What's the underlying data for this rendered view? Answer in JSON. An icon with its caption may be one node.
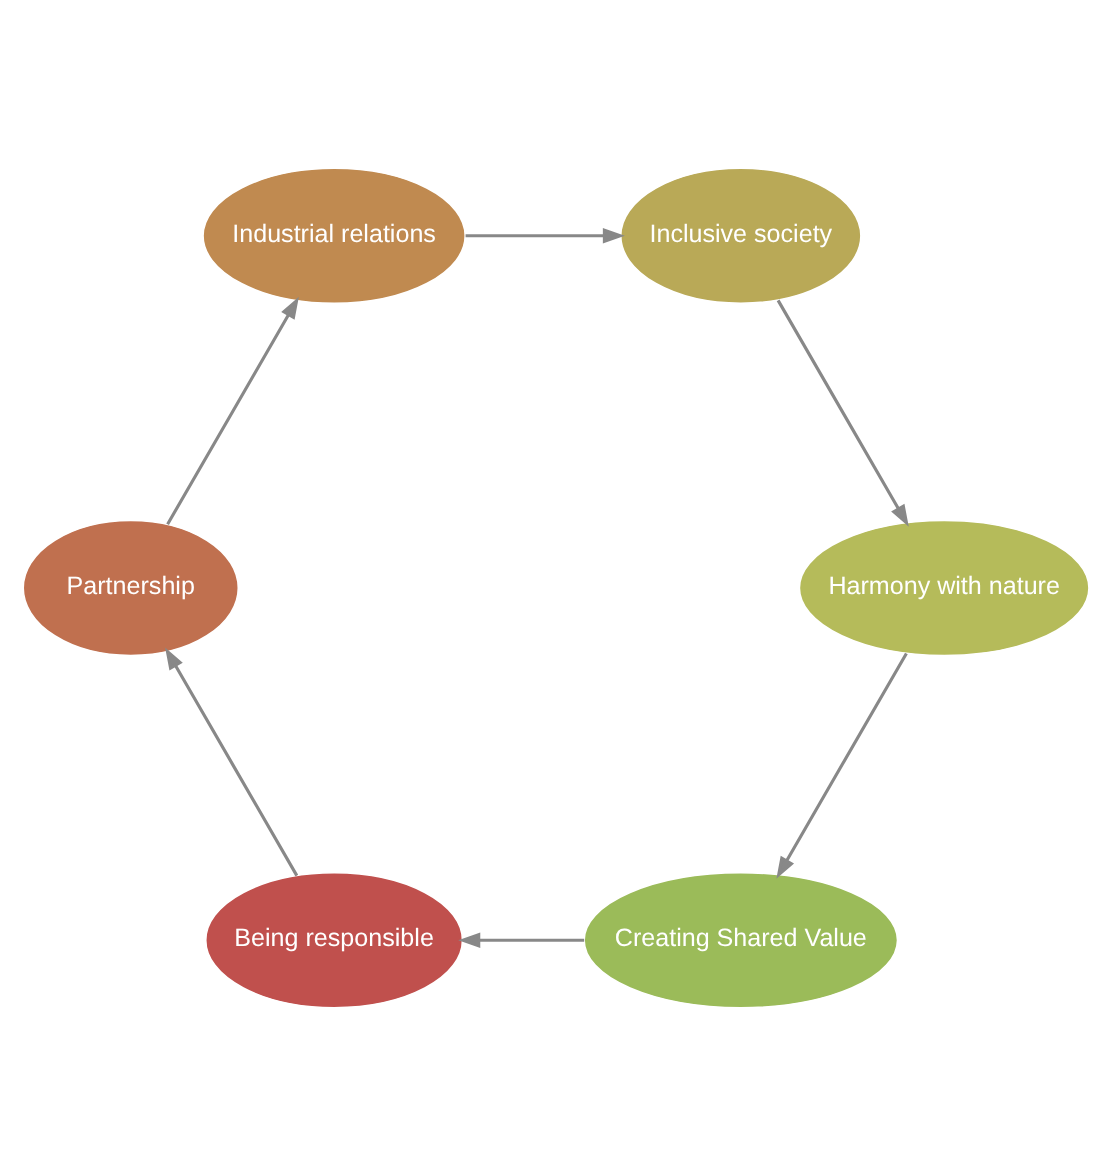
{
  "diagram": {
    "nodes": [
      {
        "text": [
          "Creating Shared Value"
        ]
      },
      {
        "text": [
          "Being responsible"
        ]
      },
      {
        "text": [
          "Partnership"
        ]
      },
      {
        "text": [
          "Industrial relations"
        ]
      },
      {
        "text": [
          "Inclusive society"
        ]
      },
      {
        "text": [
          "Harmony with nature"
        ]
      }
    ],
    "edges": [
      {
        "from": 0,
        "to": 1,
        "arrow": "to"
      },
      {
        "from": 1,
        "to": 2,
        "arrow": "to"
      },
      {
        "from": 2,
        "to": 3,
        "arrow": "to"
      },
      {
        "from": 3,
        "to": 4,
        "arrow": "to"
      },
      {
        "from": 4,
        "to": 5,
        "arrow": "to"
      },
      {
        "from": 5,
        "to": 0,
        "arrow": "to"
      }
    ]
  }
}
